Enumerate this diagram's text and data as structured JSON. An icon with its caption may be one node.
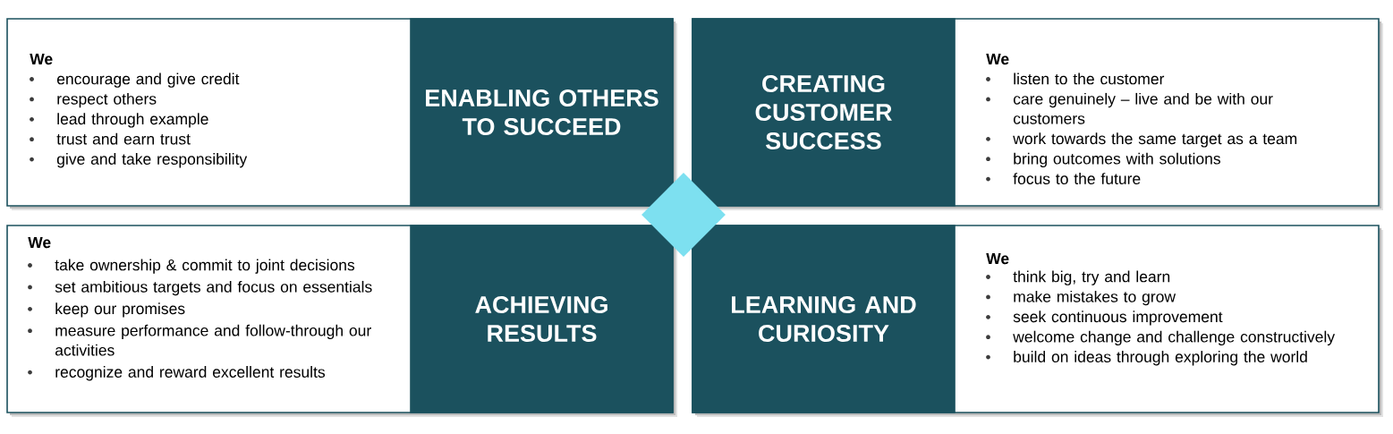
{
  "diagram": {
    "nodes": [
      {
        "text": [
          "We",
          "encourage and give credit",
          "respect others",
          "lead through example",
          "trust and earn trust",
          "give and take responsibility"
        ]
      },
      {
        "text": [
          "ENABLING OTHERS TO SUCCEED"
        ],
        "in": 0
      },
      {
        "text": [
          "We",
          "listen to the customer",
          "care genuinely – live and be with our customers",
          "work towards the same target as a team",
          "bring outcomes with solutions",
          "focus to the future"
        ]
      },
      {
        "text": [
          "CREATING CUSTOMER SUCCESS"
        ],
        "in": 2
      },
      {
        "text": [
          "We",
          "take ownership & commit to joint decisions",
          "set ambitious targets and focus on essentials",
          "keep our promises",
          "measure performance and follow-through our activities",
          "recognize and reward excellent results"
        ]
      },
      {
        "text": [
          "ACHIEVING RESULTS"
        ],
        "in": 4
      },
      {
        "text": [
          "We",
          "think big, try and learn",
          "make mistakes to grow",
          "seek continuous improvement",
          "welcome change and challenge constructively",
          "build on ideas through exploring the world"
        ]
      },
      {
        "text": [
          "LEARNING AND CURIOSITY"
        ],
        "in": 6
      },
      {
        "text": [],
        "shape": "diamond"
      }
    ]
  }
}
